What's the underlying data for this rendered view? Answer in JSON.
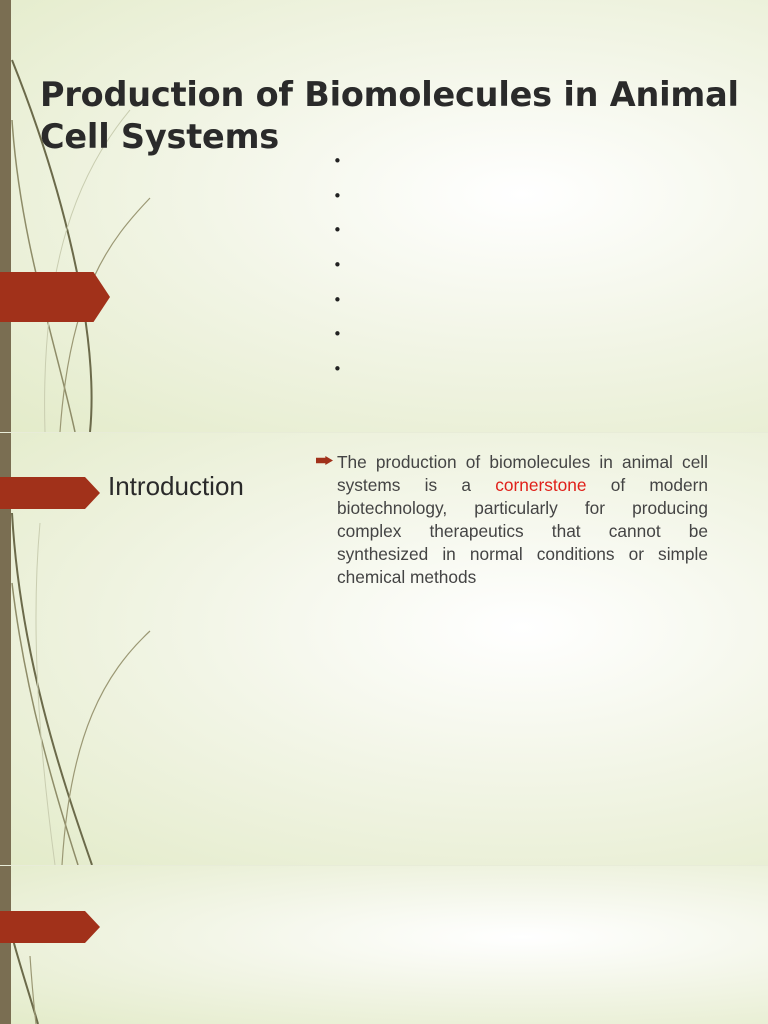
{
  "slides": [
    {
      "title": "Production of Biomolecules in Animal Cell Systems",
      "bullets": [
        "•",
        "•",
        "•",
        "•",
        "•",
        "•",
        "•"
      ]
    },
    {
      "heading": "Introduction",
      "paragraph": {
        "before": "The production of biomolecules in animal cell systems is a ",
        "highlight": "cornerstone",
        "after": " of modern biotechnology, particularly for producing complex therapeutics that cannot be synthesized in normal conditions or simple chemical methods"
      }
    },
    {}
  ],
  "colors": {
    "accent": "#a1311a",
    "highlight": "#e0201a",
    "sidebar": "#7a6e52",
    "background": "#eef3dd"
  },
  "icons": [
    "arrow-tab-icon",
    "bullet-arrow-icon",
    "decorative-swirl"
  ]
}
